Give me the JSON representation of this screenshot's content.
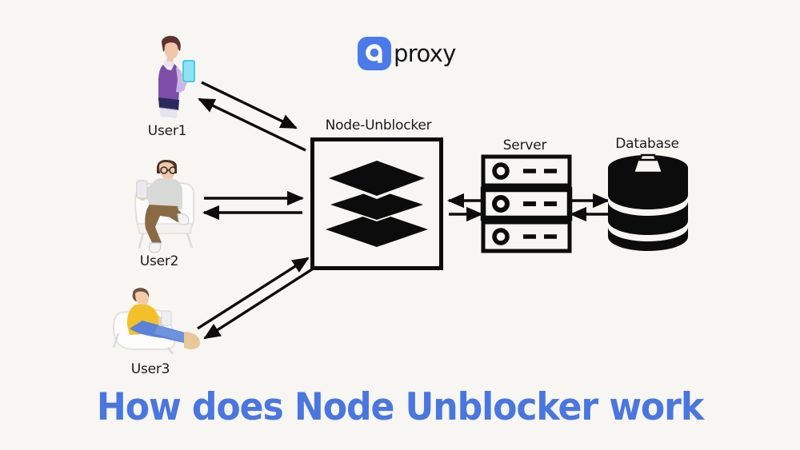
{
  "brand": {
    "mark_icon": "proxy-logo-mark",
    "name": "proxy",
    "accent_color": "#4b7bea"
  },
  "background_color": "#f7f6f3",
  "headline": "How does Node Unblocker work",
  "headline_color": "#4a76e0",
  "diagram": {
    "nodes": [
      {
        "id": "user1",
        "label": "User1",
        "icon": "person-standing-with-phone-illustration"
      },
      {
        "id": "user2",
        "label": "User2",
        "icon": "person-sitting-in-armchair-with-phone-illustration"
      },
      {
        "id": "user3",
        "label": "User3",
        "icon": "person-reclining-in-chair-with-phone-illustration"
      },
      {
        "id": "node-unblocker",
        "label": "Node-Unblocker",
        "icon": "layers-stack-icon"
      },
      {
        "id": "server",
        "label": "Server",
        "icon": "server-rack-icon"
      },
      {
        "id": "database",
        "label": "Database",
        "icon": "database-cylinder-icon"
      }
    ],
    "connections": [
      {
        "from": "user1",
        "to": "node-unblocker",
        "direction": "forward"
      },
      {
        "from": "node-unblocker",
        "to": "user1",
        "direction": "return"
      },
      {
        "from": "user2",
        "to": "node-unblocker",
        "direction": "forward"
      },
      {
        "from": "node-unblocker",
        "to": "user2",
        "direction": "return"
      },
      {
        "from": "user3",
        "to": "node-unblocker",
        "direction": "forward"
      },
      {
        "from": "node-unblocker",
        "to": "user3",
        "direction": "return"
      },
      {
        "from": "node-unblocker",
        "to": "server",
        "direction": "forward"
      },
      {
        "from": "server",
        "to": "node-unblocker",
        "direction": "return"
      },
      {
        "from": "server",
        "to": "database",
        "direction": "forward"
      },
      {
        "from": "database",
        "to": "server",
        "direction": "return"
      }
    ]
  }
}
